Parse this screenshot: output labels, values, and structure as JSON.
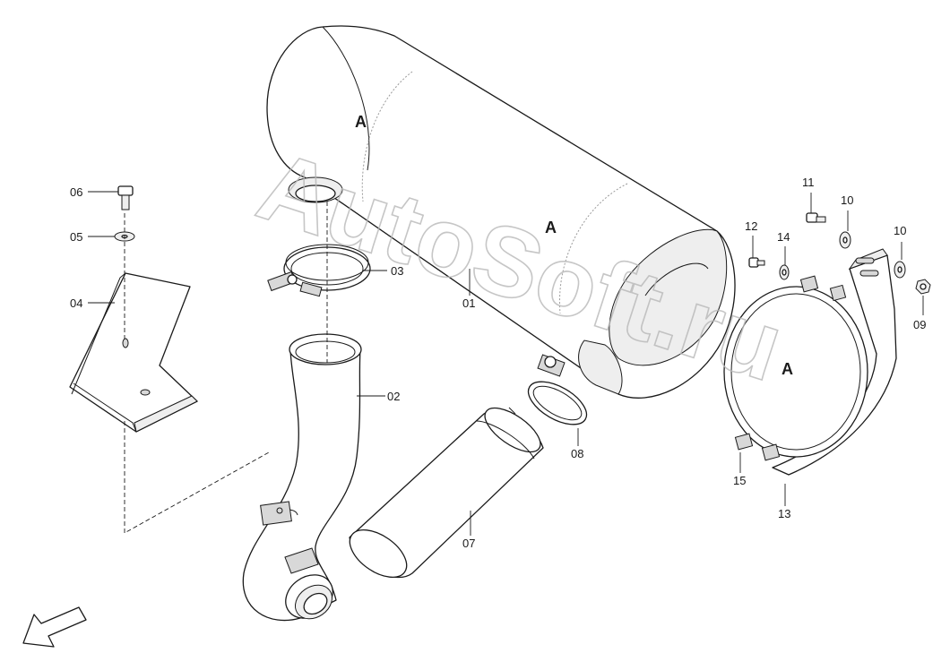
{
  "watermark": "AutoSoft.ru",
  "section_labels": [
    "A",
    "A",
    "A"
  ],
  "callouts": {
    "p01": "01",
    "p02": "02",
    "p03": "03",
    "p04": "04",
    "p05": "05",
    "p06": "06",
    "p07": "07",
    "p08": "08",
    "p09": "09",
    "p10a": "10",
    "p10b": "10",
    "p11": "11",
    "p12": "12",
    "p13": "13",
    "p14": "14",
    "p15": "15"
  },
  "colors": {
    "line": "#1a1a1a",
    "watermark": "#b8b8b8",
    "background": "#ffffff"
  },
  "icons": {
    "orientation": "arrow-down-left-icon"
  }
}
